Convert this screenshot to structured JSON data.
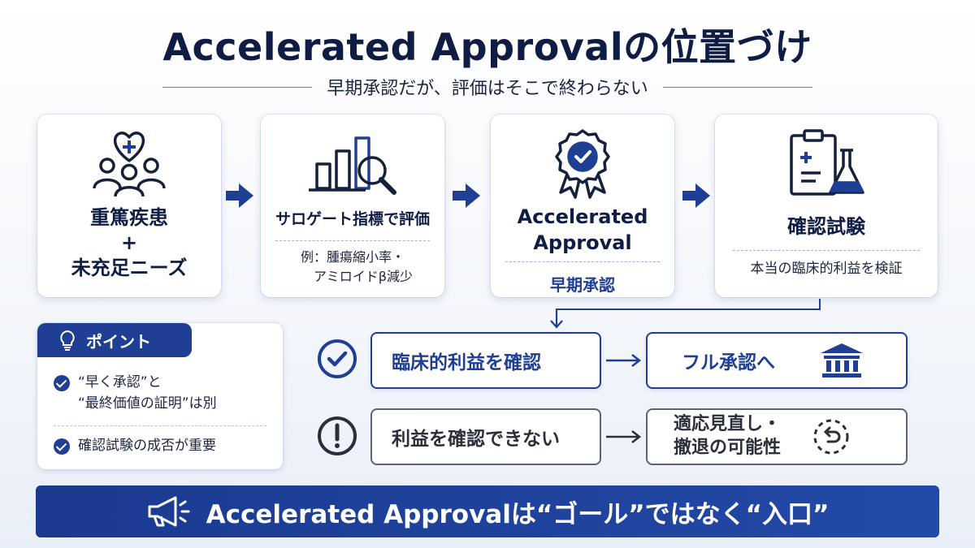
{
  "title": "Accelerated Approvalの位置づけ",
  "subtitle": "早期承認だが、評価はそこで終わらない",
  "flow": {
    "step1": {
      "line1": "重篤疾患",
      "line2": "+",
      "line3": "未充足ニーズ",
      "icon": "heart-people-icon"
    },
    "step2": {
      "head": "サロゲート指標で評価",
      "note1": "例：腫瘍縮小率・",
      "note2": "アミロイドβ減少",
      "icon": "bar-chart-magnifier-icon"
    },
    "step3": {
      "head1": "Accelerated",
      "head2": "Approval",
      "note": "早期承認",
      "icon": "approval-seal-icon"
    },
    "step4": {
      "head": "確認試験",
      "note": "本当の臨床的利益を検証",
      "icon": "clipboard-flask-icon"
    }
  },
  "outcomes": {
    "success": {
      "label": "臨床的利益を確認",
      "result": "フル承認へ",
      "result_icon": "bank-building-icon",
      "status_icon": "check-circle-icon"
    },
    "failure": {
      "label": "利益を確認できない",
      "result_line1": "適応見直し・",
      "result_line2": "撤退の可能性",
      "result_icon": "undo-cycle-icon",
      "status_icon": "exclamation-circle-icon"
    }
  },
  "points": {
    "header": "ポイント",
    "item1_line1": "“早く承認”と",
    "item1_line2": "“最終価値の証明”は別",
    "item2": "確認試験の成否が重要"
  },
  "banner": {
    "text": "Accelerated Approvalは“ゴール”ではなく“入口”",
    "icon": "megaphone-icon"
  },
  "colors": {
    "primary": "#1e3f94",
    "dark_text": "#0f1d45",
    "neutral_border": "#5c6373"
  }
}
